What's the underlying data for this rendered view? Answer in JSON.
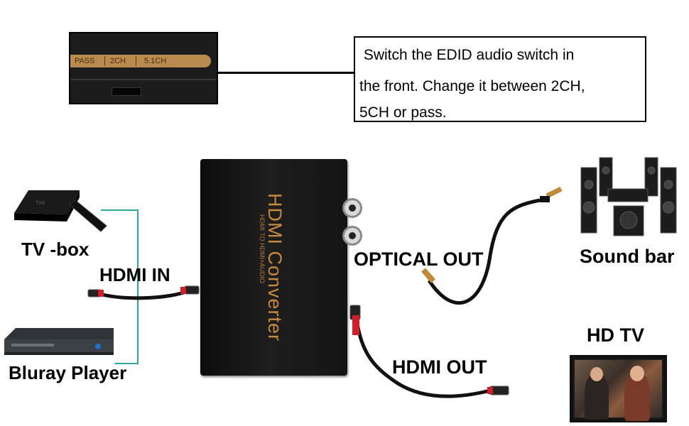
{
  "edid_switch": {
    "labels": [
      "PASS",
      "2CH",
      "5.1CH"
    ]
  },
  "callout": {
    "lines": [
      " Switch the EDID audio switch in",
      "the front. Change it between 2CH,",
      "5CH or pass."
    ]
  },
  "converter": {
    "title": "HDMI Converter",
    "subtitle": "HDMI TO HDMI+AUDIO"
  },
  "labels": {
    "tv_box": "TV -box",
    "hdmi_in": "HDMI IN",
    "bluray": "Bluray Player",
    "optical_out": "OPTICAL OUT",
    "sound_bar": "Sound bar",
    "hd_tv": "HD TV",
    "hdmi_out": "HDMI OUT"
  },
  "colors": {
    "connector_line": "#2aa7a0",
    "cable": "#111111",
    "cable_accent": "#d01f2b",
    "converter_text": "#c78a3c",
    "edid_strip": "#b98a4d"
  },
  "icons": {
    "tv_box": "tv-box-icon",
    "bluray": "bluray-player-icon",
    "speakers": "speaker-system-icon",
    "tv": "hd-tv-icon"
  }
}
